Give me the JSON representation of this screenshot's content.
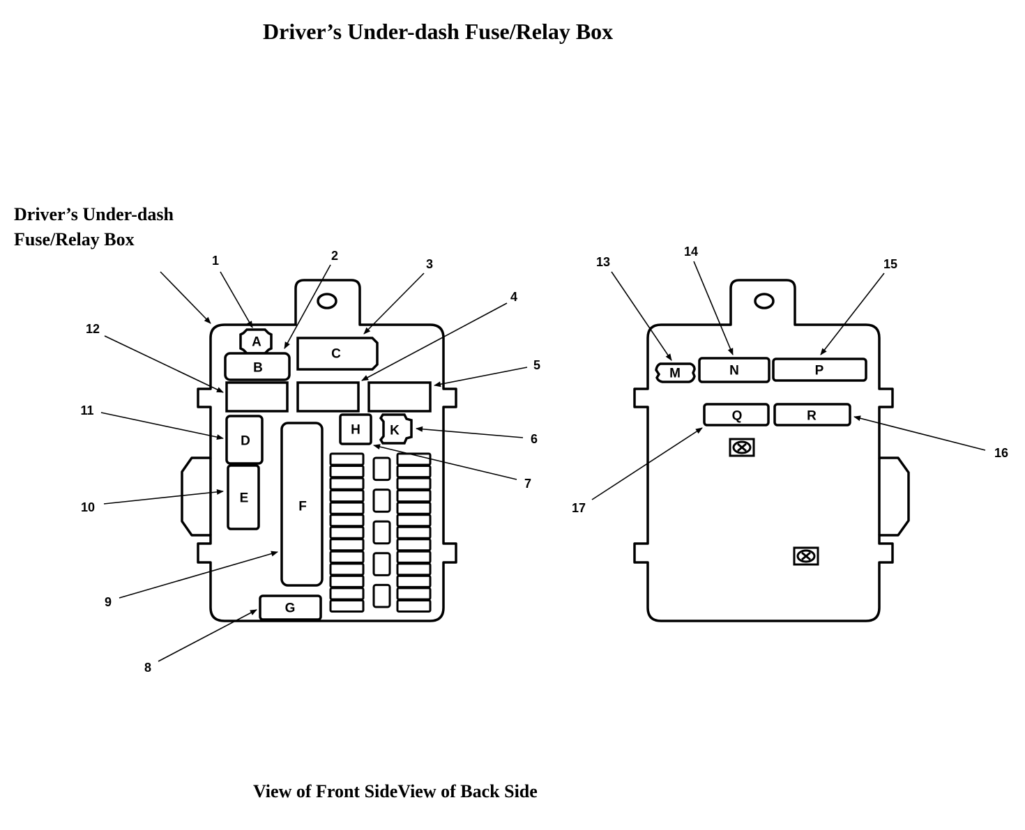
{
  "title": "Driver’s Under-dash Fuse/Relay Box",
  "side_caption": {
    "line1": "Driver’s Under-dash",
    "line2": "Fuse/Relay Box"
  },
  "footer_caption": "View of Front SideView of Back Side",
  "front_view": {
    "parts": {
      "A": "A",
      "B": "B",
      "C": "C",
      "D": "D",
      "E": "E",
      "F": "F",
      "G": "G",
      "H": "H",
      "K": "K",
      "slot4": "",
      "slot5": "",
      "slot12": ""
    },
    "fuse_columns": {
      "left_count": 13,
      "middle_count": 5,
      "right_count": 13
    },
    "callouts": {
      "c1": "1",
      "c2": "2",
      "c3": "3",
      "c4": "4",
      "c5": "5",
      "c6": "6",
      "c7": "7",
      "c8": "8",
      "c9": "9",
      "c10": "10",
      "c11": "11",
      "c12": "12"
    }
  },
  "back_view": {
    "parts": {
      "M": "M",
      "N": "N",
      "P": "P",
      "Q": "Q",
      "R": "R"
    },
    "screw_icons": 2,
    "callouts": {
      "c13": "13",
      "c14": "14",
      "c15": "15",
      "c16": "16",
      "c17": "17"
    }
  }
}
